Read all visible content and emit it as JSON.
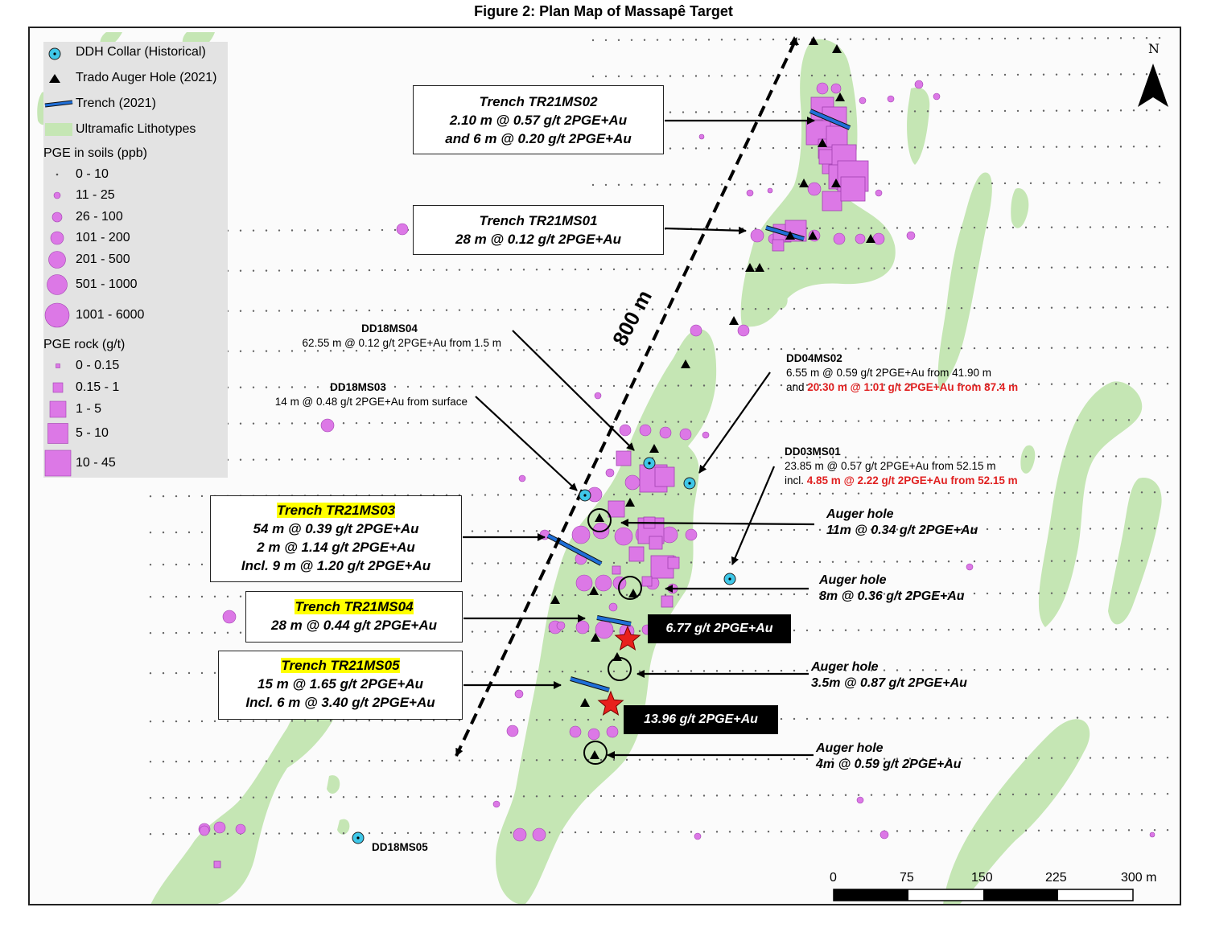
{
  "title": "Figure 2: Plan Map of Massapê Target",
  "legend": {
    "items": [
      {
        "label": "DDH Collar (Historical)",
        "icon": "ddh-collar-icon"
      },
      {
        "label": "Trado Auger Hole (2021)",
        "icon": "auger-triangle-icon"
      },
      {
        "label": "Trench (2021)",
        "icon": "trench-line-icon"
      },
      {
        "label": "Ultramafic Lithotypes",
        "icon": "ultramafic-patch-icon"
      }
    ],
    "soils_title": "PGE in soils (ppb)",
    "soils_classes": [
      "0 - 10",
      "11 - 25",
      "26 - 100",
      "101 - 200",
      "201 - 500",
      "501 - 1000",
      "1001 - 6000"
    ],
    "rock_title": "PGE rock (g/t)",
    "rock_classes": [
      "0 - 0.15",
      "0.15 - 1",
      "1 - 5",
      "5 - 10",
      "10 - 45"
    ]
  },
  "colors": {
    "ultramafic": "#c5e6b4",
    "pge": "#dc78e6",
    "trench": "#1f6fd8",
    "star": "#e8201c",
    "collar": "#3ec7e8"
  },
  "trenches": {
    "ms02": {
      "name": "Trench TR21MS02",
      "lines": [
        "2.10 m @ 0.57 g/t 2PGE+Au",
        "and 6 m @ 0.20 g/t 2PGE+Au"
      ]
    },
    "ms01": {
      "name": "Trench TR21MS01",
      "lines": [
        "28 m @ 0.12 g/t 2PGE+Au"
      ]
    },
    "ms03": {
      "name": "Trench TR21MS03",
      "lines": [
        "54 m @ 0.39 g/t 2PGE+Au",
        "2 m @ 1.14 g/t 2PGE+Au",
        "Incl. 9 m @ 1.20 g/t 2PGE+Au"
      ]
    },
    "ms04": {
      "name": "Trench TR21MS04",
      "lines": [
        "28 m @ 0.44 g/t 2PGE+Au"
      ]
    },
    "ms05": {
      "name": "Trench TR21MS05",
      "lines": [
        "15 m @ 1.65 g/t 2PGE+Au",
        "Incl. 6 m @ 3.40 g/t 2PGE+Au"
      ]
    }
  },
  "drillholes": {
    "dd18ms04": {
      "name": "DD18MS04",
      "text": "62.55 m @ 0.12 g/t 2PGE+Au from 1.5 m"
    },
    "dd18ms03": {
      "name": "DD18MS03",
      "text": "14 m @ 0.48 g/t 2PGE+Au from surface"
    },
    "dd04ms02": {
      "name": "DD04MS02",
      "text1": "6.55 m @ 0.59 g/t 2PGE+Au from 41.90 m",
      "text2_prefix": "and ",
      "text2_red": "20.30 m @ 1.01 g/t 2PGE+Au from 87.4 m"
    },
    "dd03ms01": {
      "name": "DD03MS01",
      "text1": "23.85 m @ 0.57 g/t 2PGE+Au from 52.15 m",
      "text2_prefix": "incl. ",
      "text2_red1": "4.85",
      "text2_mid": " m ",
      "text2_red2": "@ 2.22 g/t 2PGE+Au from 52.15 m"
    },
    "dd18ms05": {
      "name": "DD18MS05"
    }
  },
  "augers": [
    {
      "title": "Auger hole",
      "text": "11m @ 0.34 g/t 2PGE+Au"
    },
    {
      "title": "Auger hole",
      "text": "8m @ 0.36 g/t 2PGE+Au"
    },
    {
      "title": "Auger hole",
      "text": "3.5m @ 0.87 g/t 2PGE+Au"
    },
    {
      "title": "Auger hole",
      "text": "4m @ 0.59 g/t 2PGE+Au"
    }
  ],
  "rock_samples": [
    "6.77 g/t 2PGE+Au",
    "13.96 g/t 2PGE+Au"
  ],
  "distance_label": "800 m",
  "north": "N",
  "scalebar": {
    "labels": [
      "0",
      "75",
      "150",
      "225",
      "300 m"
    ]
  }
}
